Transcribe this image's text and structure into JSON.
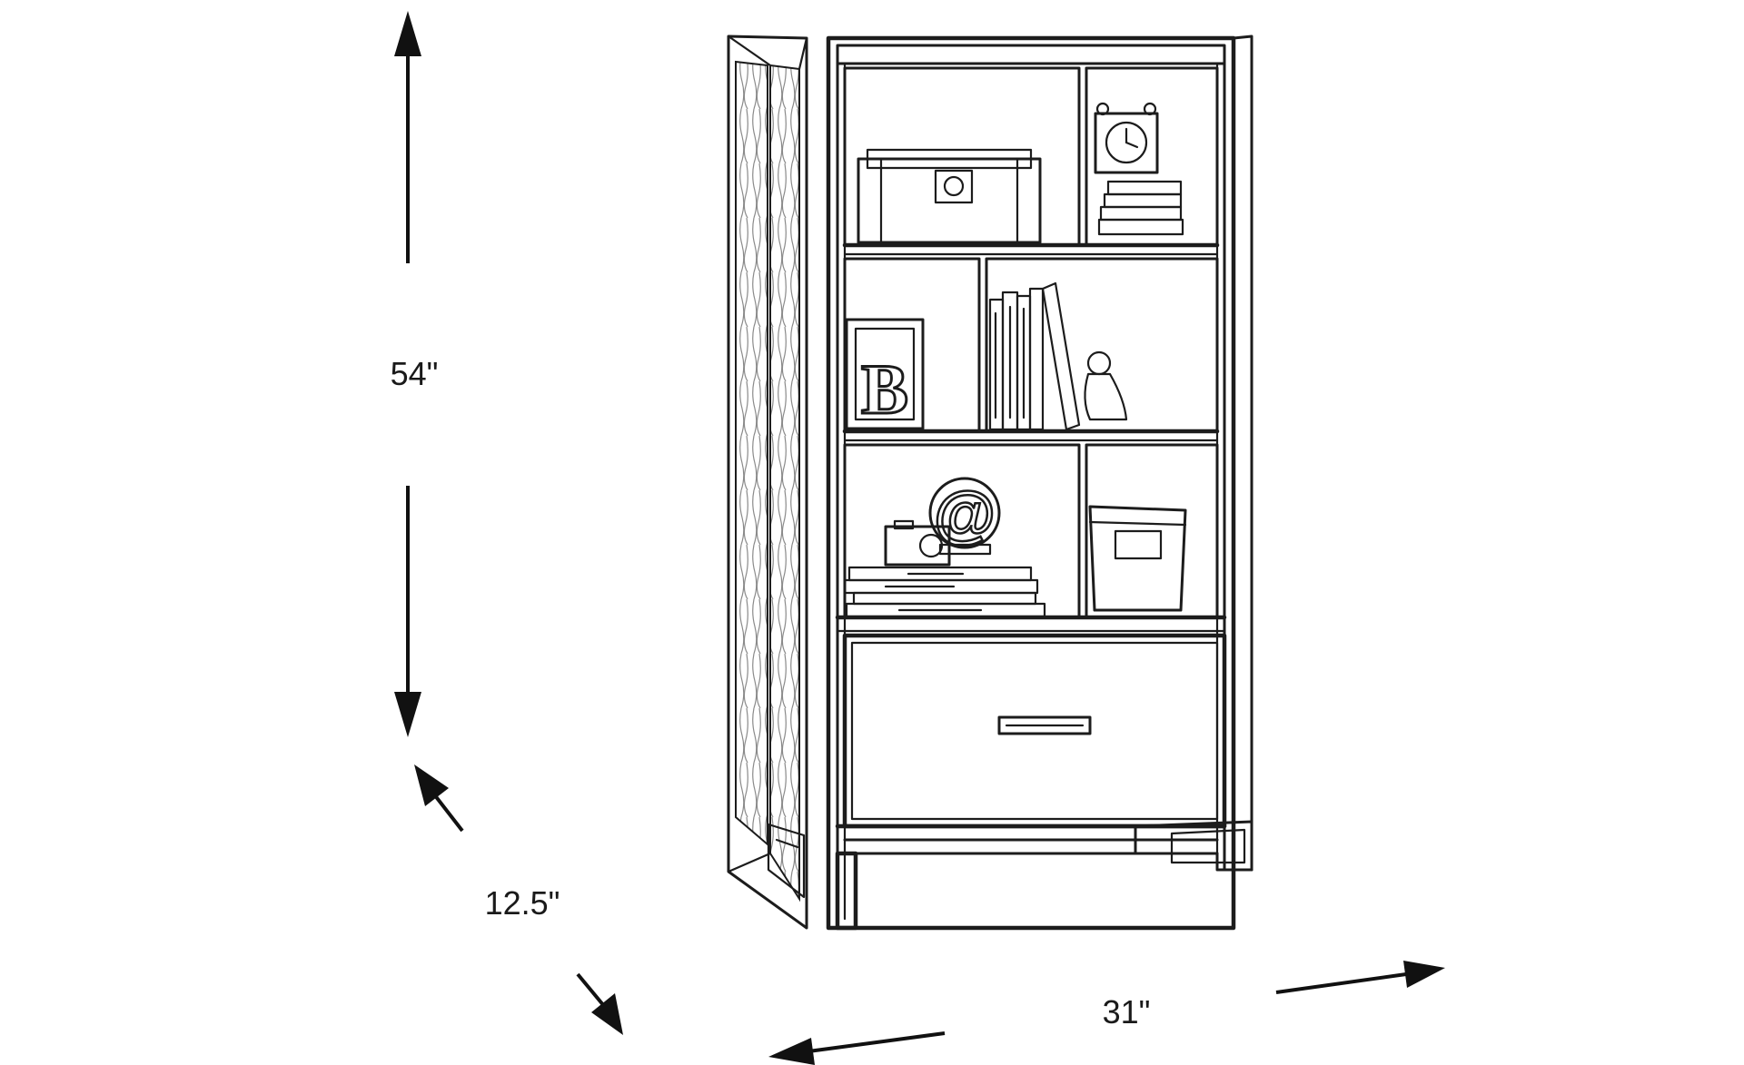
{
  "dimensions": {
    "height": "54\"",
    "depth": "12.5\"",
    "width": "31\""
  },
  "drawing": {
    "line_color": "#1c1c1c",
    "background": "#ffffff",
    "drawer_pull_icon": "drawer-pull",
    "decor_letter": "B",
    "decor_symbol": "@"
  }
}
